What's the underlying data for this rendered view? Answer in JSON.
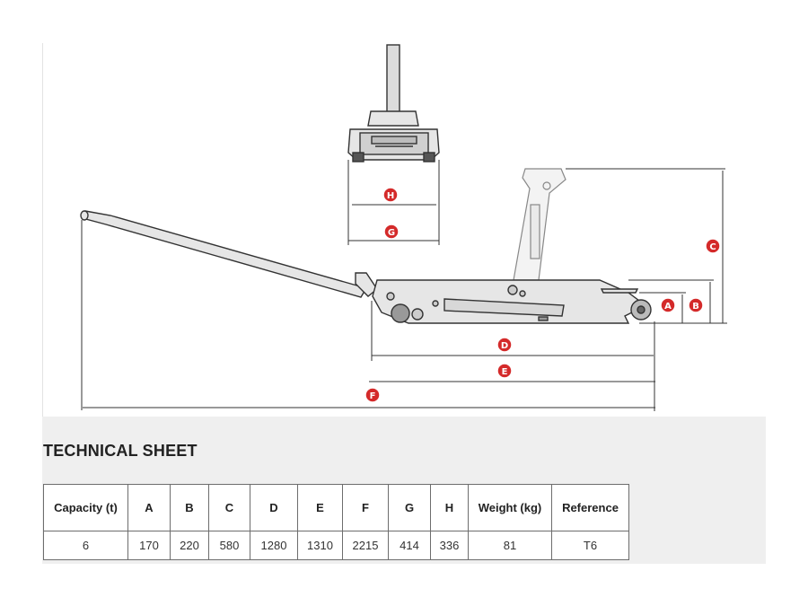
{
  "diagram": {
    "labels": [
      "A",
      "B",
      "C",
      "D",
      "E",
      "F",
      "G",
      "H"
    ],
    "colors": {
      "marker": "#d42a2a",
      "line": "#333333",
      "fill": "#e6e6e6"
    }
  },
  "sheet": {
    "title": "TECHNICAL SHEET",
    "headers": [
      "Capacity (t)",
      "A",
      "B",
      "C",
      "D",
      "E",
      "F",
      "G",
      "H",
      "Weight (kg)",
      "Reference"
    ],
    "row": [
      "6",
      "170",
      "220",
      "580",
      "1280",
      "1310",
      "2215",
      "414",
      "336",
      "81",
      "T6"
    ]
  }
}
